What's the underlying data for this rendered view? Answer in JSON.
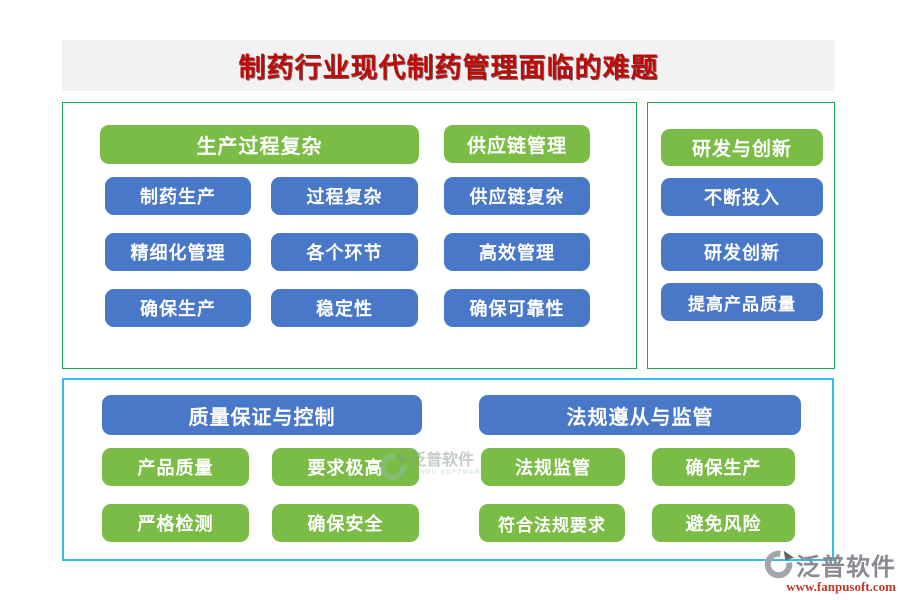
{
  "title": "制药行业现代制药管理面临的难题",
  "top_left": {
    "header_wide": "生产过程复杂",
    "header_right": "供应链管理",
    "rows": [
      [
        "制药生产",
        "过程复杂",
        "供应链复杂"
      ],
      [
        "精细化管理",
        "各个环节",
        "高效管理"
      ],
      [
        "确保生产",
        "稳定性",
        "确保可靠性"
      ]
    ]
  },
  "top_right": {
    "header": "研发与创新",
    "items": [
      "不断投入",
      "研发创新",
      "提高产品质量"
    ]
  },
  "bottom": {
    "quality": {
      "header": "质量保证与控制",
      "items": [
        "产品质量",
        "要求极高",
        "严格检测",
        "确保安全"
      ]
    },
    "regulation": {
      "header": "法规遵从与监管",
      "items": [
        "法规监管",
        "确保生产",
        "符合法规要求",
        "避免风险"
      ]
    }
  },
  "watermark": {
    "brand": "泛普软件",
    "sub": "FANPU SOFTWARE"
  },
  "footer": {
    "brand": "泛普软件",
    "url": "www.fanpusoft.com"
  },
  "colors": {
    "green": "#7abc45",
    "blue": "#4a78c8",
    "border_green": "#1aa44c",
    "border_cyan": "#35bdf0",
    "title_red": "#c00a0a",
    "title_bg": "#f2f2f2",
    "logo_gray": "#8a8a92",
    "url_red": "#c03a2b",
    "node_text": "#ffffff"
  }
}
